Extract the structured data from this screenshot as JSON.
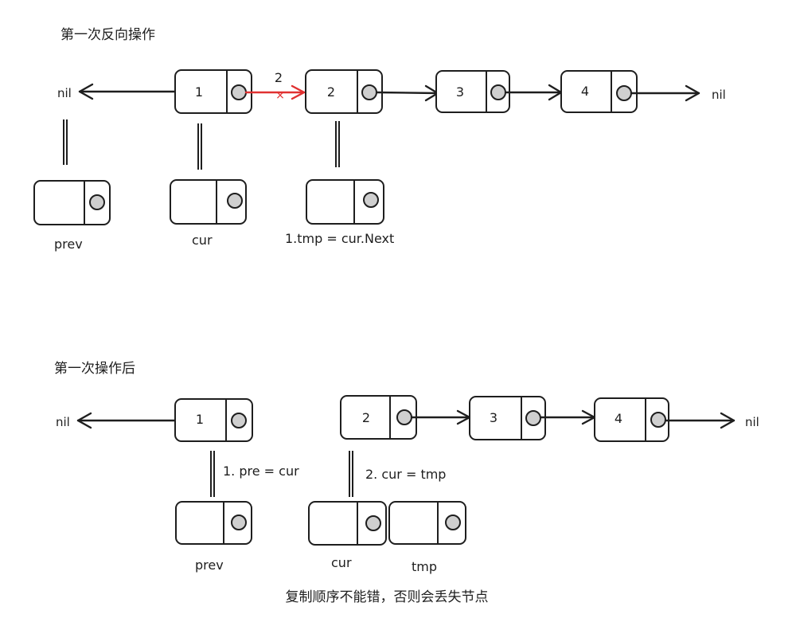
{
  "section1": {
    "title": "第一次反向操作",
    "nodes": [
      "1",
      "2",
      "3",
      "4"
    ],
    "nil_left": "nil",
    "nil_right": "nil",
    "red_label": "2",
    "red_mark": "×",
    "pointers": {
      "prev": "prev",
      "cur": "cur",
      "tmp": "1.tmp = cur.Next"
    }
  },
  "section2": {
    "title": "第一次操作后",
    "nodes": [
      "1",
      "2",
      "3",
      "4"
    ],
    "nil_left": "nil",
    "nil_right": "nil",
    "step1": "1. pre = cur",
    "step2": "2. cur = tmp",
    "pointers": {
      "prev": "prev",
      "cur": "cur",
      "tmp": "tmp"
    }
  },
  "note": "复制顺序不能错，否则会丢失节点",
  "colors": {
    "stroke": "#1e1e1e",
    "dot": "#cfcfcf",
    "accent_red": "#e03131"
  }
}
